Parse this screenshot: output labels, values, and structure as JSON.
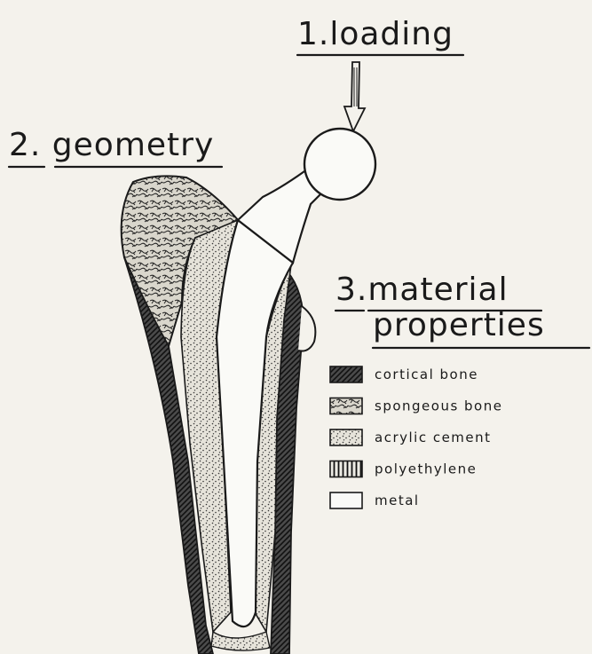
{
  "labels": {
    "loading": "1.loading",
    "geometry": "2. geometry",
    "material_line1": "3.material",
    "material_line2": "properties"
  },
  "legend": [
    {
      "label": "cortical bone",
      "pattern": "cortical"
    },
    {
      "label": "spongeous bone",
      "pattern": "spongeous"
    },
    {
      "label": "acrylic cement",
      "pattern": "cement"
    },
    {
      "label": "polyethylene",
      "pattern": "polyethylene"
    },
    {
      "label": "metal",
      "pattern": "metal"
    }
  ],
  "colors": {
    "ink": "#1a1a1a",
    "paper": "#f4f2ec",
    "cortical": "#3a3a3a",
    "metal": "#fafaf7"
  }
}
